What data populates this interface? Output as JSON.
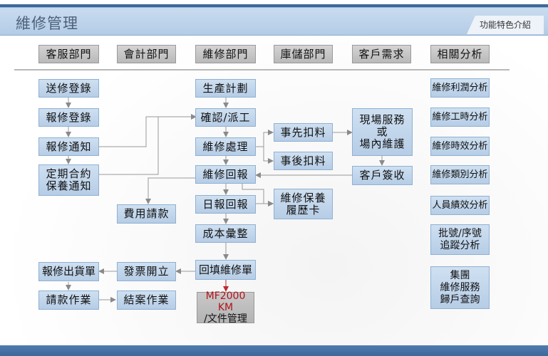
{
  "header": {
    "title": "維修管理",
    "feature_tab": "功能特色介紹"
  },
  "departments": [
    "客服部門",
    "會計部門",
    "維修部門",
    "庫儲部門",
    "客戶需求",
    "相關分析"
  ],
  "nodes": {
    "send_register": "送修登錄",
    "report_register": "報修登錄",
    "report_notice": "報修通知",
    "contract_notice_1": "定期合約",
    "contract_notice_2": "保養通知",
    "expense_claim": "費用請款",
    "production_plan": "生產計劃",
    "confirm_dispatch": "確認/派工",
    "repair_process": "維修處理",
    "repair_report": "維修回報",
    "daily_report": "日報回報",
    "cost_summary": "成本彙整",
    "return_form": "回填維修單",
    "km_line1": "MF2000 KM",
    "km_line2": "/文件管理",
    "pre_deduct": "事先扣料",
    "post_deduct": "事後扣料",
    "maintenance_history_1": "維修保養",
    "maintenance_history_2": "履歷卡",
    "onsite_1": "現場服務",
    "onsite_2": "或",
    "onsite_3": "場內維護",
    "customer_sign": "客戶簽收",
    "invoice": "發票開立",
    "shipment": "報修出貨單",
    "billing": "請款作業",
    "closing": "結案作業"
  },
  "analysis": [
    "維修利潤分析",
    "維修工時分析",
    "維修時效分析",
    "維修類別分析",
    "人員績效分析"
  ],
  "analysis_multi": {
    "batch_1": "批號/序號",
    "batch_2": "追蹤分析",
    "group_1": "集團",
    "group_2": "維修服務",
    "group_3": "歸戶查詢"
  }
}
